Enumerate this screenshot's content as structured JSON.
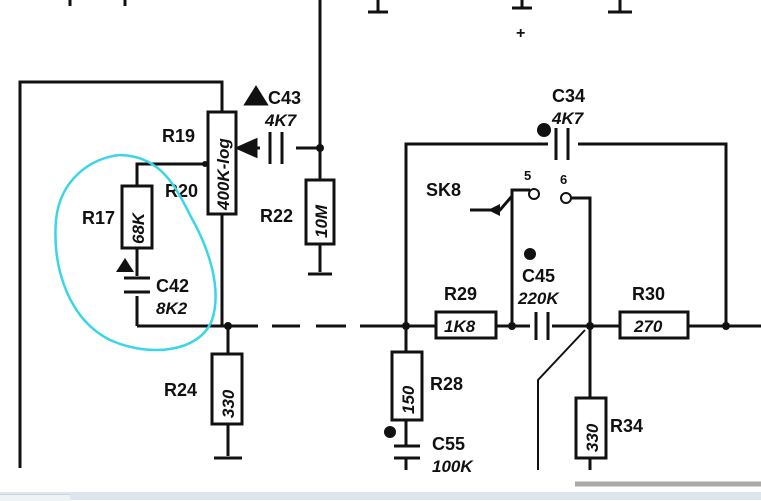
{
  "components": {
    "r19": {
      "ref": "R19",
      "value": "400K-log"
    },
    "r20": {
      "ref": "R20"
    },
    "r17": {
      "ref": "R17",
      "value": "68K"
    },
    "c42": {
      "ref": "C42",
      "value": "8K2"
    },
    "c43": {
      "ref": "C43",
      "value": "4K7"
    },
    "r22": {
      "ref": "R22",
      "value": "10M"
    },
    "r24": {
      "ref": "R24",
      "value": "330"
    },
    "c34": {
      "ref": "C34",
      "value": "4K7"
    },
    "sk8": {
      "ref": "SK8",
      "pin5": "5",
      "pin6": "6"
    },
    "c45": {
      "ref": "C45",
      "value": "220K"
    },
    "r29": {
      "ref": "R29",
      "value": "1K8"
    },
    "r30": {
      "ref": "R30",
      "value": "270"
    },
    "r28": {
      "ref": "R28",
      "value": "150"
    },
    "c55": {
      "ref": "C55",
      "value": "100K"
    },
    "r34": {
      "ref": "R34",
      "value": "330"
    }
  },
  "colors": {
    "ink": "#111111",
    "highlight": "#39d6e6",
    "background": "#ffffff"
  }
}
